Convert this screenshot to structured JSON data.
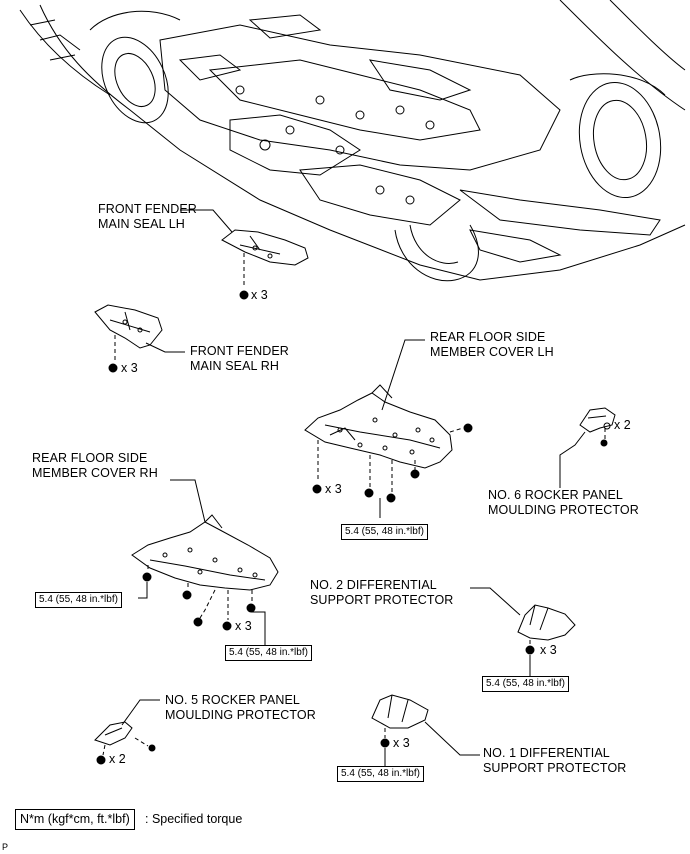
{
  "labels": {
    "front_fender_lh": [
      "FRONT FENDER",
      "MAIN SEAL LH"
    ],
    "front_fender_rh": [
      "FRONT FENDER",
      "MAIN SEAL RH"
    ],
    "rear_floor_lh": [
      "REAR FLOOR SIDE",
      "MEMBER COVER LH"
    ],
    "rear_floor_rh": [
      "REAR FLOOR SIDE",
      "MEMBER COVER RH"
    ],
    "rocker_no6": [
      "NO. 6 ROCKER PANEL",
      "MOULDING PROTECTOR"
    ],
    "rocker_no5": [
      "NO. 5 ROCKER PANEL",
      "MOULDING PROTECTOR"
    ],
    "diff_no2": [
      "NO. 2 DIFFERENTIAL",
      "SUPPORT PROTECTOR"
    ],
    "diff_no1": [
      "NO. 1 DIFFERENTIAL",
      "SUPPORT PROTECTOR"
    ]
  },
  "quantities": {
    "fl_lh": "x 3",
    "fl_rh": "x 3",
    "rf_lh": "x 3",
    "rf_rh": "x 3",
    "rocker6": "x 2",
    "rocker5": "x 2",
    "diff2": "x 3",
    "diff1": "x 3"
  },
  "torque": {
    "rf_lh": "5.4 (55, 48 in.*lbf)",
    "rf_rh_left": "5.4 (55, 48 in.*lbf)",
    "rf_rh_bottom": "5.4 (55, 48 in.*lbf)",
    "diff2": "5.4 (55, 48 in.*lbf)",
    "diff1": "5.4 (55, 48 in.*lbf)"
  },
  "legend": {
    "unit": "N*m (kgf*cm, ft.*lbf)",
    "description": ": Specified torque"
  },
  "figure_code": "P"
}
